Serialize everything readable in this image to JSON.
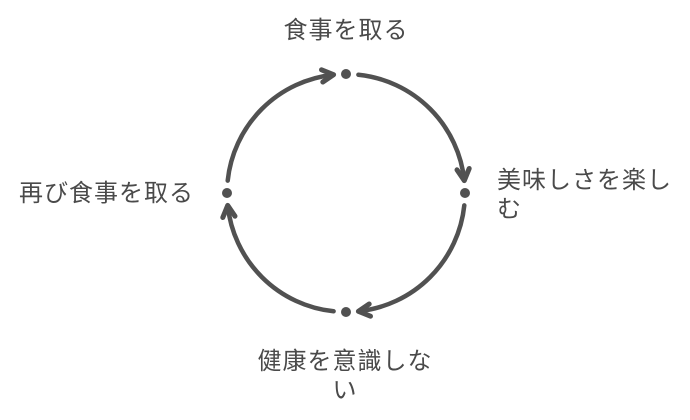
{
  "diagram": {
    "type": "cycle",
    "direction": "clockwise",
    "background_color": "#ffffff",
    "stroke_color": "#515151",
    "text_color": "#4a4a4a",
    "nodes": [
      {
        "id": "top",
        "position": "top",
        "label": "食事を取る"
      },
      {
        "id": "right",
        "position": "right",
        "label": "美味しさを楽しむ"
      },
      {
        "id": "bottom",
        "position": "bottom",
        "label": "健康を意識しない"
      },
      {
        "id": "left",
        "position": "left",
        "label": "再び食事を取る"
      }
    ],
    "edges": [
      {
        "from": "食事を取る",
        "to": "美味しさを楽しむ"
      },
      {
        "from": "美味しさを楽しむ",
        "to": "健康を意識しない"
      },
      {
        "from": "健康を意識しない",
        "to": "再び食事を取る"
      },
      {
        "from": "再び食事を取る",
        "to": "食事を取る"
      }
    ]
  }
}
